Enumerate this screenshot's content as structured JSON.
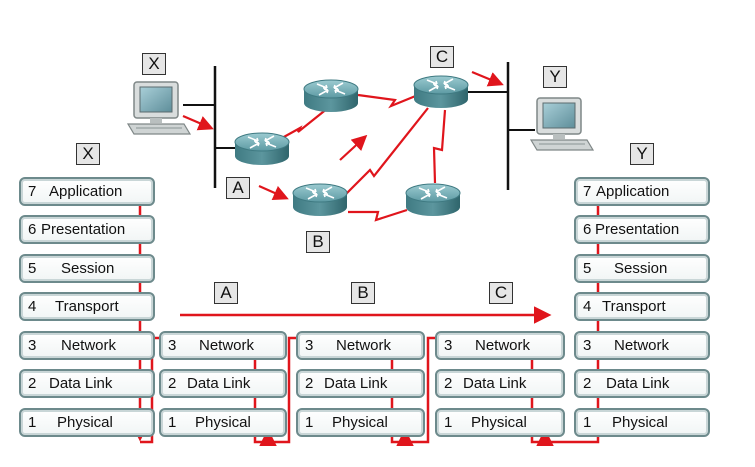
{
  "labels": {
    "host_x": "X",
    "host_y": "Y",
    "stack_x": "X",
    "stack_y": "Y",
    "router_a": "A",
    "router_b": "B",
    "router_c": "C",
    "path_a": "A",
    "path_b": "B",
    "path_c": "C"
  },
  "stacks": {
    "left": [
      {
        "num": "7",
        "name": "Application"
      },
      {
        "num": "6",
        "name": "Presentation"
      },
      {
        "num": "5",
        "name": "Session"
      },
      {
        "num": "4",
        "name": "Transport"
      },
      {
        "num": "3",
        "name": "Network"
      },
      {
        "num": "2",
        "name": "Data Link"
      },
      {
        "num": "1",
        "name": "Physical"
      }
    ],
    "right": [
      {
        "num": "7",
        "name": "Application"
      },
      {
        "num": "6",
        "name": "Presentation"
      },
      {
        "num": "5",
        "name": "Session"
      },
      {
        "num": "4",
        "name": "Transport"
      },
      {
        "num": "3",
        "name": "Network"
      },
      {
        "num": "2",
        "name": "Data Link"
      },
      {
        "num": "1",
        "name": "Physical"
      }
    ],
    "router_a": [
      {
        "num": "3",
        "name": "Network"
      },
      {
        "num": "2",
        "name": "Data Link"
      },
      {
        "num": "1",
        "name": "Physical"
      }
    ],
    "router_b": [
      {
        "num": "3",
        "name": "Network"
      },
      {
        "num": "2",
        "name": "Data Link"
      },
      {
        "num": "1",
        "name": "Physical"
      }
    ],
    "router_c": [
      {
        "num": "3",
        "name": "Network"
      },
      {
        "num": "2",
        "name": "Data Link"
      },
      {
        "num": "1",
        "name": "Physical"
      }
    ]
  },
  "colors": {
    "path": "#e0151c",
    "router_body": "#4f8f98",
    "box_border": "#6d8a8c"
  },
  "icons": {
    "host_x": "computer-icon",
    "host_y": "computer-icon",
    "routers": "router-icon"
  }
}
